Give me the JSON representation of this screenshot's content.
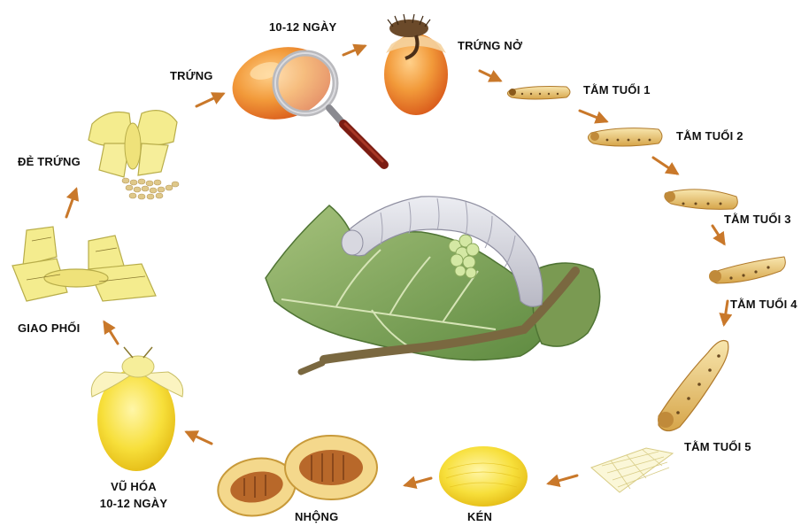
{
  "diagram": {
    "stages": [
      {
        "id": "trung",
        "label": "TRỨNG"
      },
      {
        "id": "duration_top",
        "label": "10-12 NGÀY"
      },
      {
        "id": "trung_no",
        "label": "TRỨNG NỞ"
      },
      {
        "id": "tam_tuoi_1",
        "label": "TẰM TUỔI 1"
      },
      {
        "id": "tam_tuoi_2",
        "label": "TẰM TUỔI 2"
      },
      {
        "id": "tam_tuoi_3",
        "label": "TẰM TUỔI 3"
      },
      {
        "id": "tam_tuoi_4",
        "label": "TẰM TUỔI 4"
      },
      {
        "id": "tam_tuoi_5",
        "label": "TẰM TUỔI 5"
      },
      {
        "id": "ken",
        "label": "KÉN"
      },
      {
        "id": "nhong",
        "label": "NHỘNG"
      },
      {
        "id": "vu_hoa",
        "label": "VŨ HÓA"
      },
      {
        "id": "duration_bottom",
        "label": "10-12 NGÀY"
      },
      {
        "id": "giao_phoi",
        "label": "GIAO PHỐI"
      },
      {
        "id": "de_trung",
        "label": "ĐẺ TRỨNG"
      }
    ],
    "colors": {
      "arrow": "#c9782a",
      "egg": "#e8761e",
      "larva": "#e9c870",
      "moth": "#e9e07a",
      "cocoon": "#f2d21c",
      "leaf": "#7ea35a",
      "branch": "#7a6840",
      "silkworm": "#cfcfd6"
    },
    "icons": [
      "magnifier-icon",
      "arrow-icon"
    ]
  }
}
